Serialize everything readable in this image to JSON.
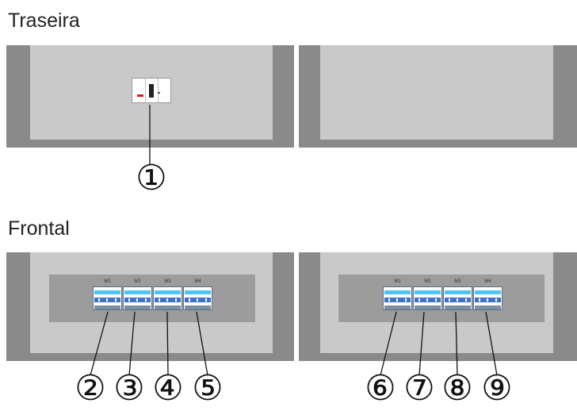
{
  "rear": {
    "title": "Traseira",
    "callout": "①"
  },
  "front": {
    "title": "Frontal",
    "modules_left": [
      "M1",
      "M2",
      "M3",
      "M4"
    ],
    "modules_right": [
      "M1",
      "M2",
      "M3",
      "M4"
    ],
    "callouts_left": [
      "②",
      "③",
      "④",
      "⑤"
    ],
    "callouts_right": [
      "⑥",
      "⑦",
      "⑧",
      "⑨"
    ]
  },
  "colors": {
    "cabinet": "#c9c9c9",
    "frame": "#8a8a8a",
    "panel": "#9c9c9c",
    "switch_light_blue": "#4fc3f0",
    "switch_blue": "#3c73c9",
    "breaker_led": "#d62020"
  }
}
